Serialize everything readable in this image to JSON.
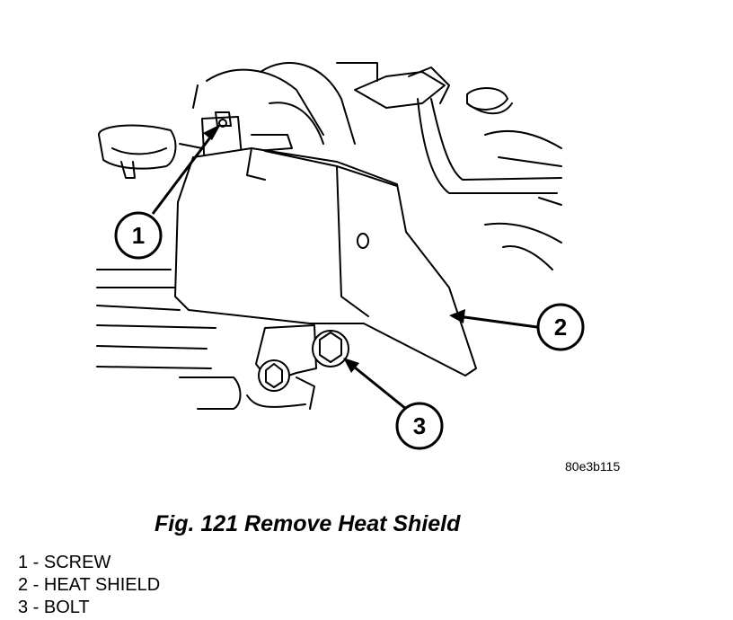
{
  "figure": {
    "code": "80e3b115",
    "caption": "Fig. 121 Remove Heat Shield"
  },
  "callouts": [
    {
      "number": "1"
    },
    {
      "number": "2"
    },
    {
      "number": "3"
    }
  ],
  "legend": [
    {
      "text": "1 - SCREW"
    },
    {
      "text": "2 - HEAT SHIELD"
    },
    {
      "text": "3 - BOLT"
    }
  ]
}
